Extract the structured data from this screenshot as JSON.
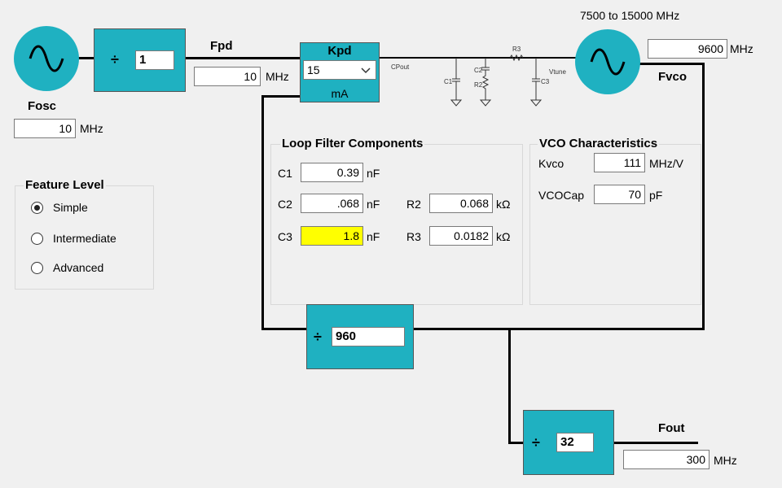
{
  "osc": {
    "label": "Fosc",
    "value": "10",
    "unit": "MHz"
  },
  "r_divider": {
    "symbol": "÷",
    "value": "1"
  },
  "fpd": {
    "label": "Fpd",
    "value": "10",
    "unit": "MHz"
  },
  "kpd": {
    "label": "Kpd",
    "selected": "15",
    "unit": "mA"
  },
  "schematic": {
    "cpout": "CPout",
    "vtune": "Vtune",
    "c1": "C1",
    "c2": "C2",
    "r2": "R2",
    "r3": "R3",
    "c3": "C3"
  },
  "vco": {
    "range_label": "7500 to 15000 MHz",
    "value": "9600",
    "unit": "MHz",
    "label": "Fvco"
  },
  "feature_level": {
    "title": "Feature Level",
    "options": [
      {
        "label": "Simple",
        "selected": true
      },
      {
        "label": "Intermediate",
        "selected": false
      },
      {
        "label": "Advanced",
        "selected": false
      }
    ]
  },
  "loop_filter": {
    "title": "Loop Filter Components",
    "c1": {
      "label": "C1",
      "value": "0.39",
      "unit": "nF"
    },
    "c2": {
      "label": "C2",
      "value": ".068",
      "unit": "nF"
    },
    "c3": {
      "label": "C3",
      "value": "1.8",
      "unit": "nF",
      "highlight": "#ffff00"
    },
    "r2": {
      "label": "R2",
      "value": "0.068",
      "unit": "kΩ"
    },
    "r3": {
      "label": "R3",
      "value": "0.0182",
      "unit": "kΩ"
    }
  },
  "vco_char": {
    "title": "VCO Characteristics",
    "kvco": {
      "label": "Kvco",
      "value": "111",
      "unit": "MHz/V"
    },
    "vcocap": {
      "label": "VCOCap",
      "value": "70",
      "unit": "pF"
    }
  },
  "n_divider": {
    "symbol": "÷",
    "value": "960"
  },
  "out_divider": {
    "symbol": "÷",
    "value": "32"
  },
  "fout": {
    "label": "Fout",
    "value": "300",
    "unit": "MHz"
  },
  "colors": {
    "block": "#1fb1c1",
    "highlight": "#ffff00"
  },
  "icons": {
    "oscillator": "sine-wave-icon",
    "dropdown": "chevron-down-icon"
  }
}
